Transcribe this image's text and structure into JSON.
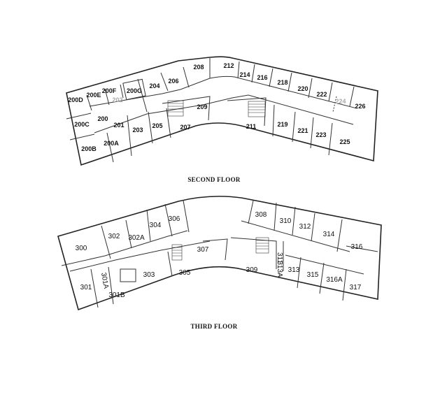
{
  "second_floor": {
    "title": "SECOND FLOOR",
    "rooms": [
      "200D",
      "200E",
      "200F",
      "200G",
      "204",
      "206",
      "208",
      "212",
      "214",
      "216",
      "218",
      "220",
      "222",
      "224",
      "226",
      "202",
      "200",
      "200C",
      "201",
      "203",
      "205",
      "209",
      "207",
      "211",
      "219",
      "221",
      "223",
      "225",
      "200B",
      "200A"
    ]
  },
  "third_floor": {
    "title": "THIRD FLOOR",
    "rooms": [
      "300",
      "302",
      "302A",
      "304",
      "306",
      "307",
      "303",
      "305",
      "301",
      "301A",
      "301B",
      "308",
      "310",
      "312",
      "314",
      "316",
      "309",
      "311",
      "313A",
      "313",
      "315",
      "316A",
      "317"
    ]
  }
}
